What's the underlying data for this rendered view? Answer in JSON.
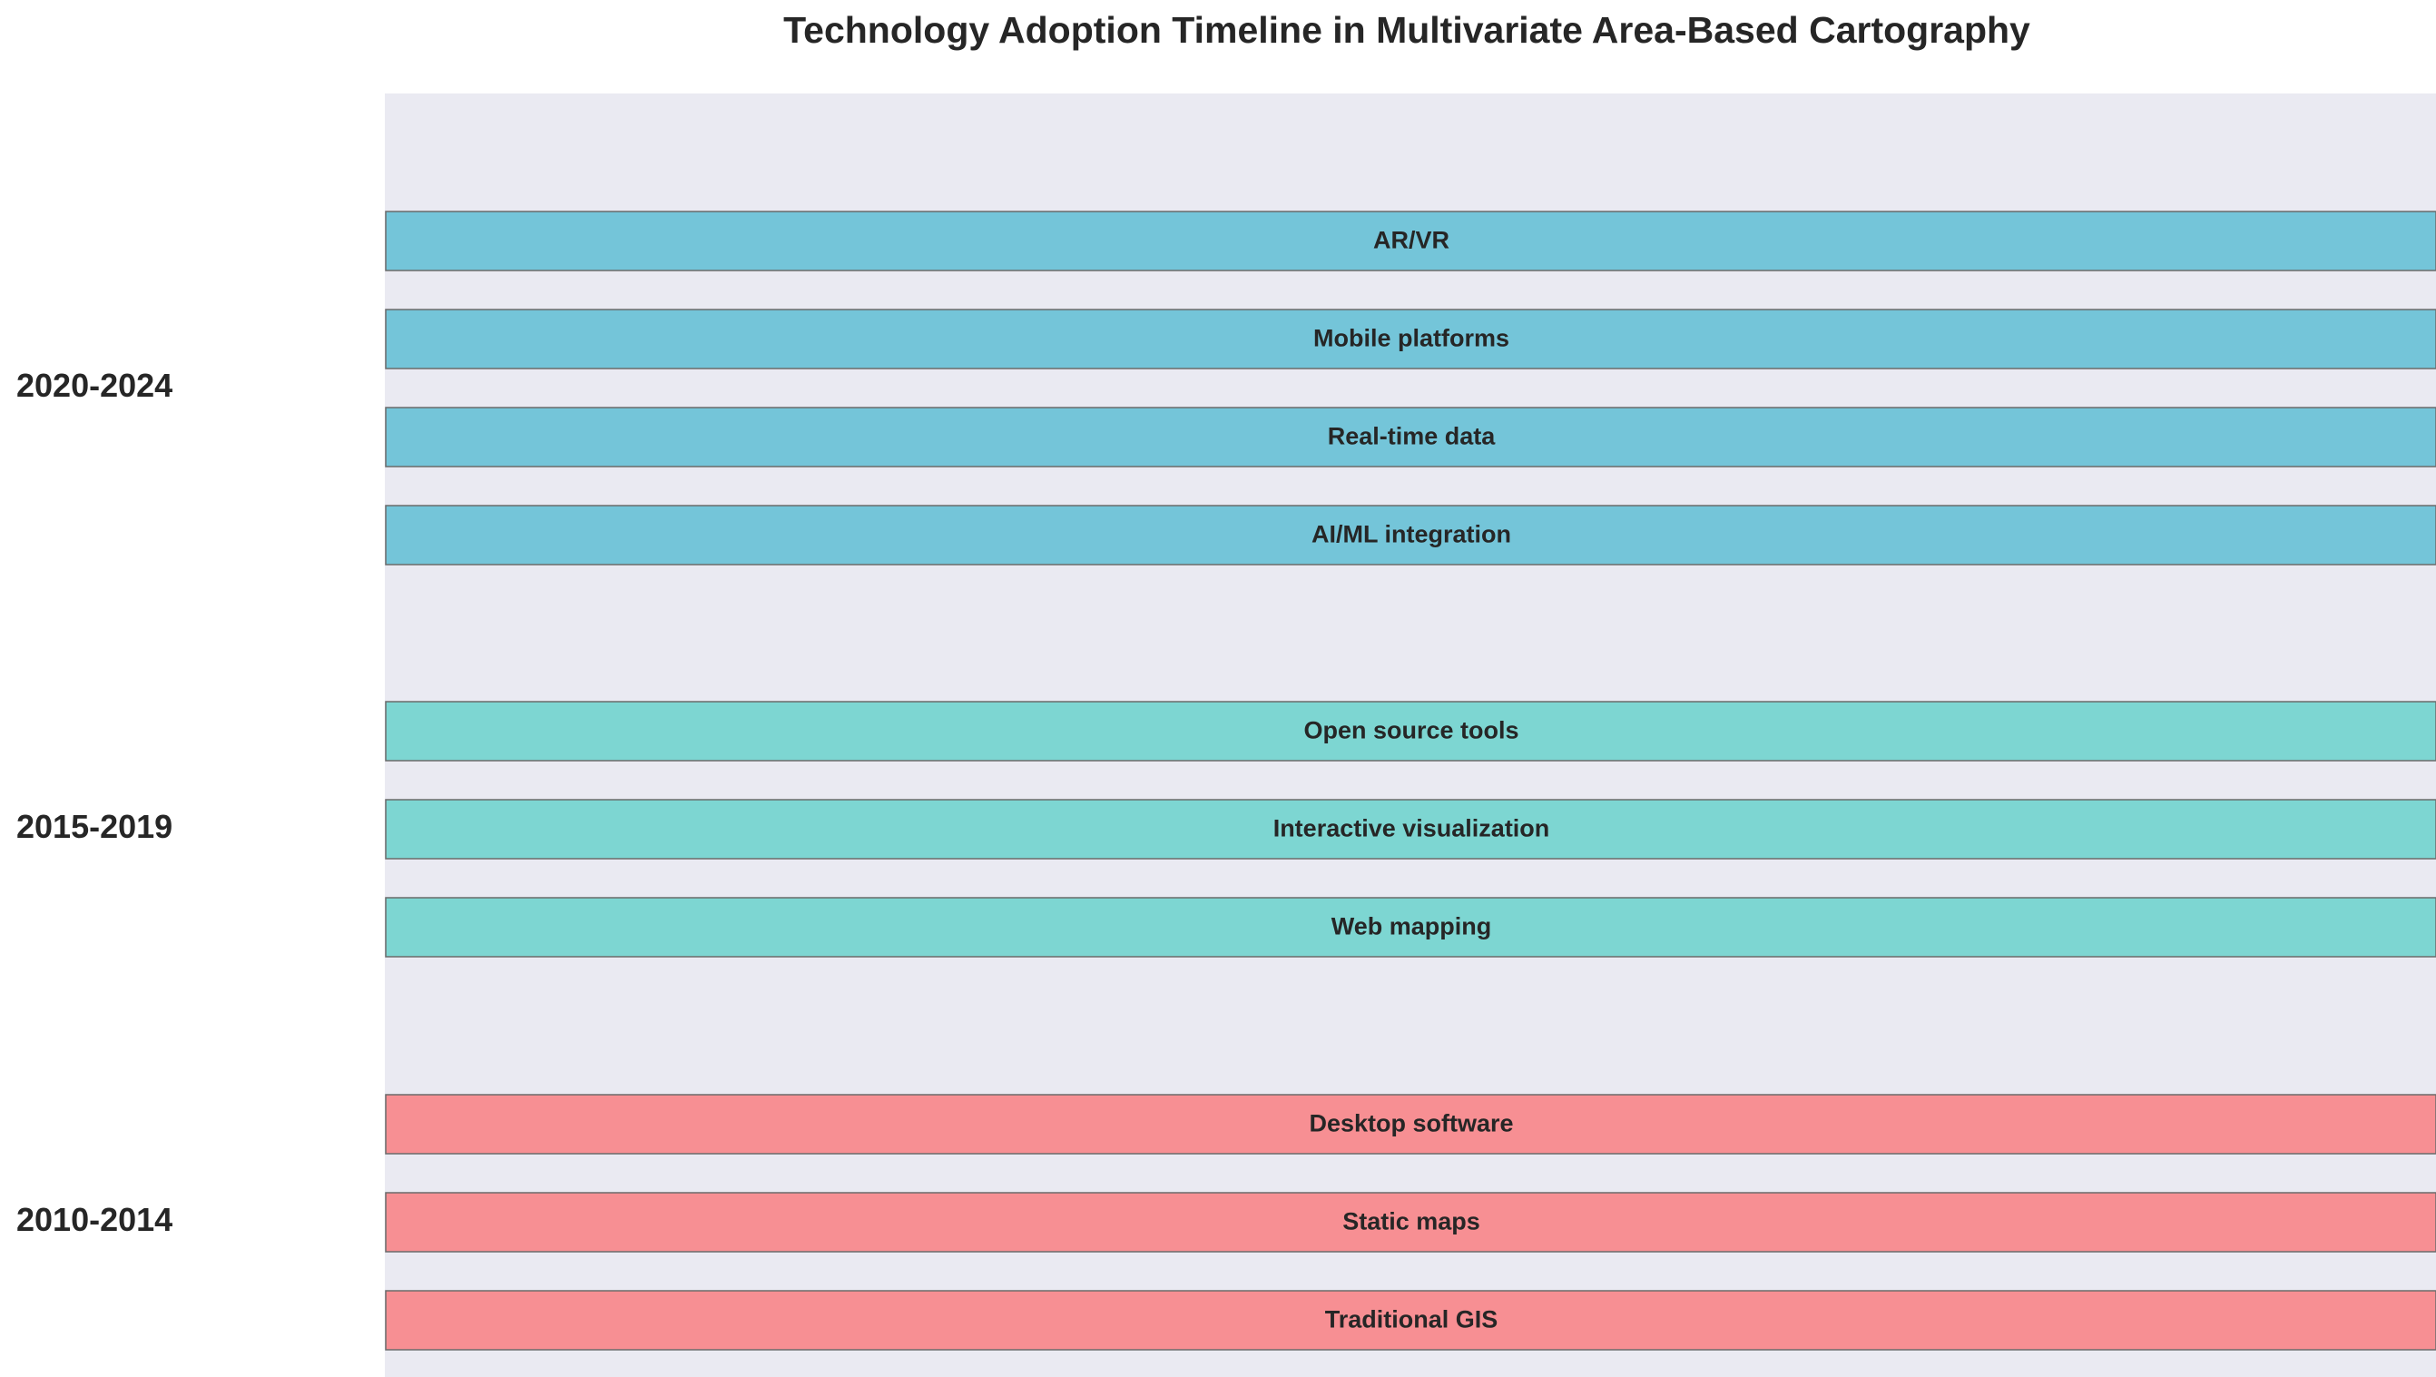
{
  "chart_data": {
    "type": "bar",
    "orientation": "horizontal",
    "title": "Technology Adoption Timeline in Multivariate Area-Based Cartography",
    "xlabel": "",
    "ylabel": "",
    "grid": false,
    "background_color": "#EAEAF2",
    "groups": [
      {
        "period": "2020-2024",
        "color": "#74C5D9",
        "items": [
          "AR/VR",
          "Mobile platforms",
          "Real-time data",
          "AI/ML integration"
        ]
      },
      {
        "period": "2015-2019",
        "color": "#7DD6D2",
        "items": [
          "Open source tools",
          "Interactive visualization",
          "Web mapping"
        ]
      },
      {
        "period": "2010-2014",
        "color": "#F78F93",
        "items": [
          "Desktop software",
          "Static maps",
          "Traditional GIS"
        ]
      }
    ]
  }
}
